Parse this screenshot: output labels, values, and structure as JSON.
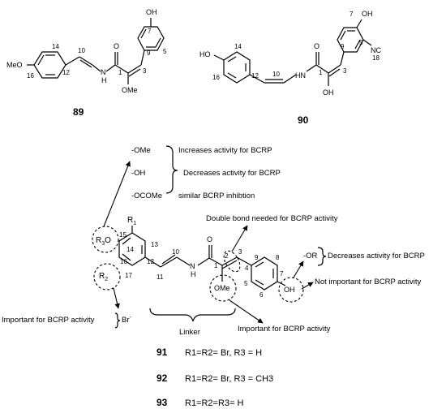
{
  "compound_89": {
    "number": "89",
    "atoms": {
      "oh": "OH",
      "meo": "MeO",
      "o": "O",
      "nh": "N",
      "h": "H",
      "ome": "OMe"
    },
    "positions": {
      "p14": "14",
      "p12": "12",
      "p10": "10",
      "p16": "16",
      "p1": "1",
      "p3": "3",
      "p9": "9",
      "p7": "7",
      "p5": "5"
    }
  },
  "compound_90": {
    "number": "90",
    "atoms": {
      "oh_top": "OH",
      "ho_left": "HO",
      "o": "O",
      "hn": "HN",
      "oh_bottom": "OH",
      "nc": "NC"
    },
    "positions": {
      "p7": "7",
      "p9": "9",
      "p5": "5",
      "p14": "14",
      "p12": "12",
      "p10": "10",
      "p16": "16",
      "p1": "1",
      "p3": "3",
      "p18": "18"
    }
  },
  "sar": {
    "r3o_substituents": [
      {
        "group": "-OMe",
        "effect": "Increases activity for BCRP"
      },
      {
        "group": "-OH",
        "effect": "Decreases activity for BCRP"
      },
      {
        "group": "-OCOMe",
        "effect": "similar BCRP inhibtion"
      }
    ],
    "double_bond_note": "Double bond needed for BCRP activity",
    "or_group": "-OR",
    "or_effect": "Decreases activity for BCRP",
    "oh_note": "Not important for BCRP activity",
    "r2_note": "Important for BCRP activity",
    "r2_group": "Br",
    "r2_charge": "-",
    "ome_note": "Important for BCRP activity",
    "linker_label": "Linker",
    "core_atoms": {
      "r1": "R",
      "r1_sub": "1",
      "r3": "R",
      "r3_sub": "3",
      "r3_o": "O",
      "r2": "R",
      "r2_sub": "2",
      "o": "O",
      "n": "N",
      "h": "H",
      "ome": "OMe",
      "oh": "OH"
    },
    "core_positions": {
      "p15": "15",
      "p14": "14",
      "p13": "13",
      "p16": "16",
      "p17": "17",
      "p12": "12",
      "p10": "10",
      "p11": "11",
      "p1": "1",
      "p2": "2",
      "p3": "3",
      "p4": "4",
      "p9": "9",
      "p8": "8",
      "p7": "7",
      "p5": "5",
      "p6": "6"
    }
  },
  "compounds": [
    {
      "number": "91",
      "formula": "R1=R2= Br, R3 = H"
    },
    {
      "number": "92",
      "formula": "R1=R2= Br, R3 = CH3"
    },
    {
      "number": "93",
      "formula": "R1=R2=R3= H"
    }
  ]
}
